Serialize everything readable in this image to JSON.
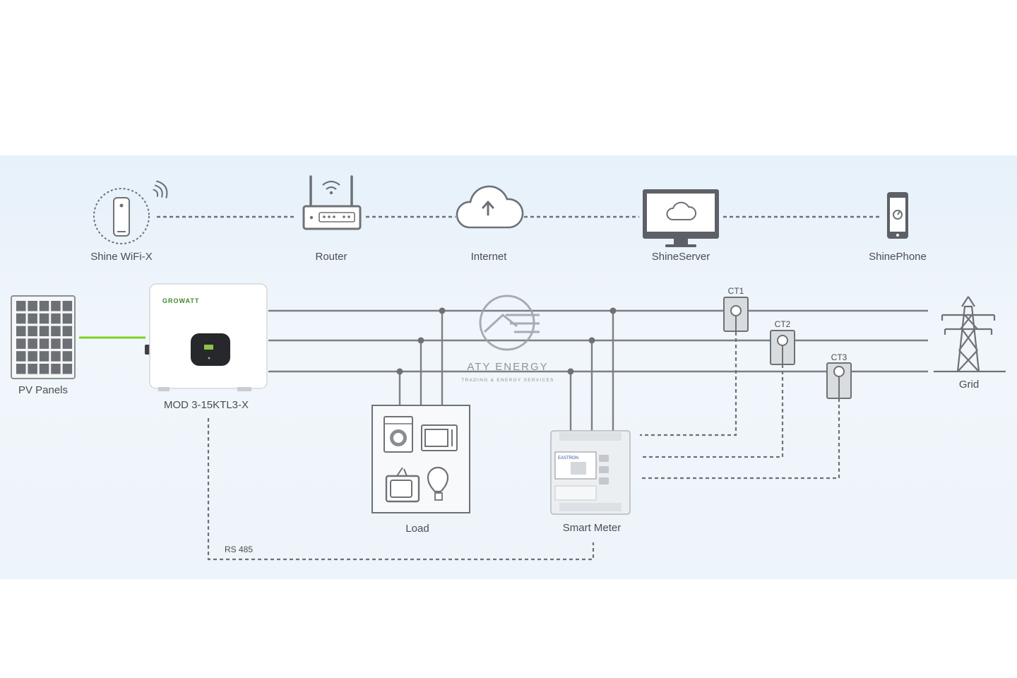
{
  "colors": {
    "line": "#7c7f84",
    "icon": "#6e7176",
    "pv_link": "#7ed321",
    "background": "#eaf3fa",
    "watermark": "#8e9399"
  },
  "communication": {
    "shine_wifi": {
      "label": "Shine WiFi-X",
      "icon": "wifi-dongle-icon"
    },
    "router": {
      "label": "Router",
      "icon": "router-icon"
    },
    "internet": {
      "label": "Internet",
      "icon": "cloud-upload-icon"
    },
    "shine_server": {
      "label": "ShineServer",
      "icon": "monitor-cloud-icon"
    },
    "shine_phone": {
      "label": "ShinePhone",
      "icon": "smartphone-icon"
    }
  },
  "power": {
    "pv_panels": {
      "label": "PV Panels"
    },
    "inverter": {
      "label": "MOD 3-15KTL3-X",
      "brand": "GROWATT"
    },
    "load": {
      "label": "Load"
    },
    "smart_meter": {
      "label": "Smart Meter"
    },
    "grid": {
      "label": "Grid"
    },
    "ct1": {
      "label": "CT1"
    },
    "ct2": {
      "label": "CT2"
    },
    "ct3": {
      "label": "CT3"
    },
    "rs485": {
      "label": "RS 485"
    }
  },
  "watermark": {
    "name": "ATY ENERGY",
    "tagline": "TRADING & ENERGY SERVICES"
  }
}
